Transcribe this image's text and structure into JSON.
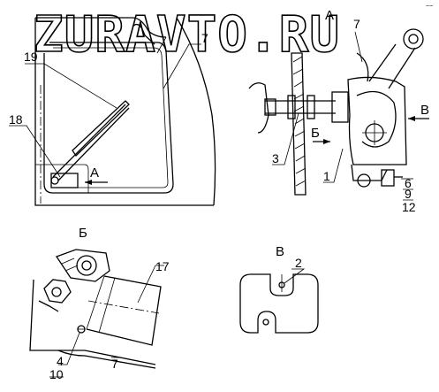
{
  "watermark": "ZURAVTO.RU",
  "corner_mark": "~~",
  "labels": {
    "l19": "19",
    "l18": "18",
    "l7_top": "7",
    "l7_right": "7",
    "l7_bottom": "7",
    "l3": "3",
    "l1": "1",
    "l6": "6",
    "l9": "9",
    "l12": "12",
    "l17": "17",
    "l4": "4",
    "l10": "10",
    "l2": "2"
  },
  "views": {
    "a_main": "А",
    "a_right": "А",
    "b_arrow": "Б",
    "b_view": "Б",
    "v_arrow": "В",
    "v_view": "В"
  }
}
